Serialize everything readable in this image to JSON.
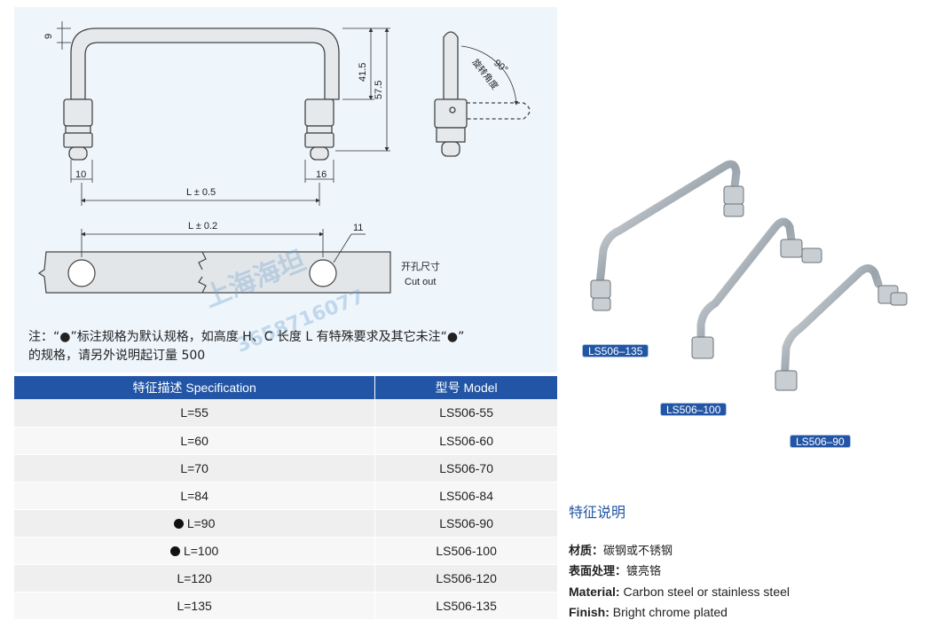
{
  "drawing": {
    "dims": {
      "top_offset": "9",
      "height_inner": "41.5",
      "height_total": "57.5",
      "left_width": "10",
      "right_width": "16",
      "length": "L ± 0.5",
      "cut_length": "L ± 0.2",
      "hole": "11",
      "angle": "90°",
      "rotate_cn": "旋转角度"
    },
    "cutout_cn": "开孔尺寸",
    "cutout_en": "Cut out"
  },
  "note": {
    "line1": "注：“●”标注规格为默认规格，如高度 H、C 长度 L 有特殊要求及其它未注“●”",
    "line2": "的规格，请另外说明起订量 500"
  },
  "watermark": {
    "text": "上海海坦",
    "number": "3658716077"
  },
  "table": {
    "header_spec": "特征描述 Specification",
    "header_model": "型号 Model",
    "rows": [
      {
        "spec": "L=55",
        "model": "LS506-55",
        "default": false
      },
      {
        "spec": "L=60",
        "model": "LS506-60",
        "default": false
      },
      {
        "spec": "L=70",
        "model": "LS506-70",
        "default": false
      },
      {
        "spec": "L=84",
        "model": "LS506-84",
        "default": false
      },
      {
        "spec": "L=90",
        "model": "LS506-90",
        "default": true
      },
      {
        "spec": "L=100",
        "model": "LS506-100",
        "default": true
      },
      {
        "spec": "L=120",
        "model": "LS506-120",
        "default": false
      },
      {
        "spec": "L=135",
        "model": "LS506-135",
        "default": false
      }
    ]
  },
  "photo_labels": [
    "LS506–135",
    "LS506–100",
    "LS506–90"
  ],
  "features": {
    "title": "特征说明",
    "material_cn_label": "材质：",
    "material_cn": "碳钢或不锈钢",
    "finish_cn_label": "表面处理：",
    "finish_cn": "镀亮铬",
    "material_en_label": "Material:",
    "material_en": "Carbon steel or stainless steel",
    "finish_en_label": "Finish:",
    "finish_en": "Bright chrome plated"
  },
  "colors": {
    "accent": "#2255a5",
    "panel": "#eef5fb"
  }
}
